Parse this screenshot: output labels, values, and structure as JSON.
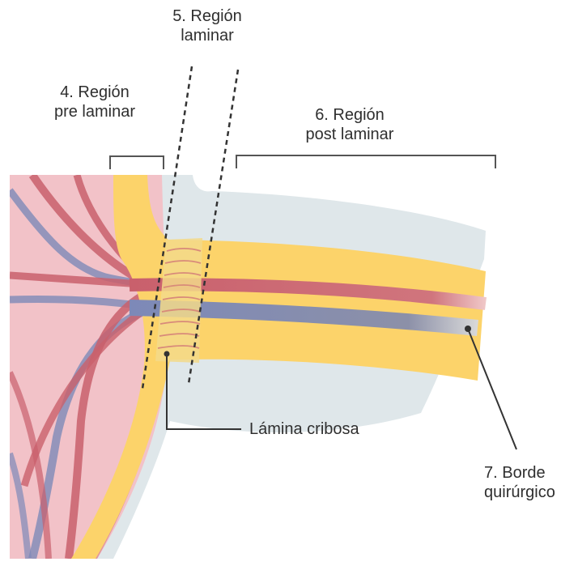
{
  "labels": {
    "region_prelaminar": {
      "line1": "4. Región",
      "line2": "pre laminar"
    },
    "region_laminar": {
      "line1": "5. Región",
      "line2": "laminar"
    },
    "region_postlaminar": {
      "line1": "6. Región",
      "line2": "post laminar"
    },
    "lamina_cribosa": "Lámina cribosa",
    "borde_quirurgico": {
      "line1": "7. Borde",
      "line2": "quirúrgico"
    }
  },
  "colors": {
    "retina_pink": "#f2c2c8",
    "vessel_red": "#c9606c",
    "vessel_blue": "#7d89b8",
    "nerve_yellow": "#fcd36a",
    "sheath_grey": "#dfe7ea",
    "lamina_fill": "#f3d98a",
    "lamina_lines": "#d88a7a",
    "text": "#2f2f2f"
  }
}
